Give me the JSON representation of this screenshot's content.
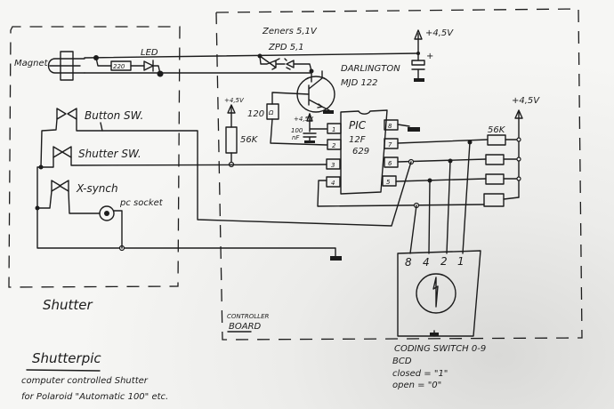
{
  "title": "Shutterpic",
  "description": [
    "computer controlled Shutter",
    "for Polaroid \"Automatic 100\" etc."
  ],
  "shutter": {
    "label": "Shutter",
    "magnet": "Magnet",
    "led": "LED",
    "resistor": "220",
    "button_sw": "Button SW.",
    "shutter_sw": "Shutter SW.",
    "x_synch": "X-synch",
    "pc_socket": "pc socket"
  },
  "controller": {
    "label_line1": "CONTROLLER",
    "label_line2": "BOARD",
    "zeners": "Zeners 5,1V",
    "zener_type": "ZPD 5,1",
    "transistor_line1": "DARLINGTON",
    "transistor_line2": "MJD 122",
    "supply": "+4,5V",
    "r_base": "120",
    "r_base_unit": "Ω",
    "r_pullup": "56K",
    "cap": "100",
    "cap_unit": "nF",
    "r_array": "56K",
    "pic": [
      "PIC",
      "12F",
      "629"
    ],
    "pins": [
      "1",
      "2",
      "3",
      "4",
      "5",
      "6",
      "7",
      "8"
    ]
  },
  "coding_switch": {
    "bits": [
      "8",
      "4",
      "2",
      "1"
    ],
    "title": "CODING SWITCH 0-9",
    "type": "BCD",
    "closed": "closed = \"1\"",
    "open": "open = \"0\""
  }
}
